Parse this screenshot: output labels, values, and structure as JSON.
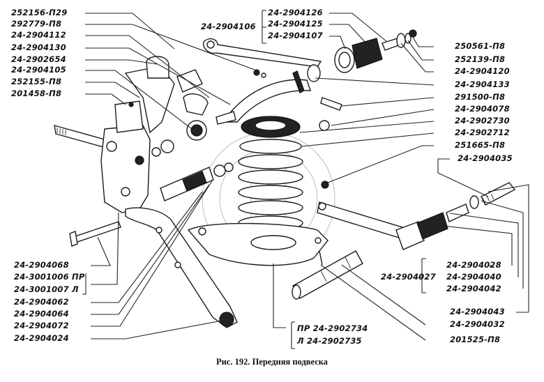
{
  "figure": {
    "caption": "Рис. 192. Передняя подвеска"
  },
  "labels_left": [
    "252156-П29",
    "292779-П8",
    "24-2904112",
    "24-2904130",
    "24-2902654",
    "24-2904105",
    "252155-П8",
    "201458-П8"
  ],
  "labels_top": {
    "group": "24-2904106",
    "items": [
      "24-2904126",
      "24-2904125",
      "24-2904107"
    ]
  },
  "labels_right": [
    "250561-П8",
    "252139-П8",
    "24-2904120",
    "24-2904133",
    "291500-П8",
    "24-2904078",
    "24-2902730",
    "24-2902712",
    "251665-П8",
    "24-2904035"
  ],
  "labels_right_group": {
    "group": "24-2904027",
    "items": [
      "24-2904028",
      "24-2904040",
      "24-2904042"
    ]
  },
  "labels_right_bottom": [
    "24-2904043",
    "24-2904032",
    "201525-П8"
  ],
  "labels_bottom_left": [
    "24-2904068",
    "24-3001006 ПР",
    "24-3001007 Л",
    "24-2904062",
    "24-2904064",
    "24-2904072",
    "24-2904024"
  ],
  "labels_bottom_center": {
    "items": [
      "ПР 24-2902734",
      "Л 24-2902735"
    ]
  }
}
